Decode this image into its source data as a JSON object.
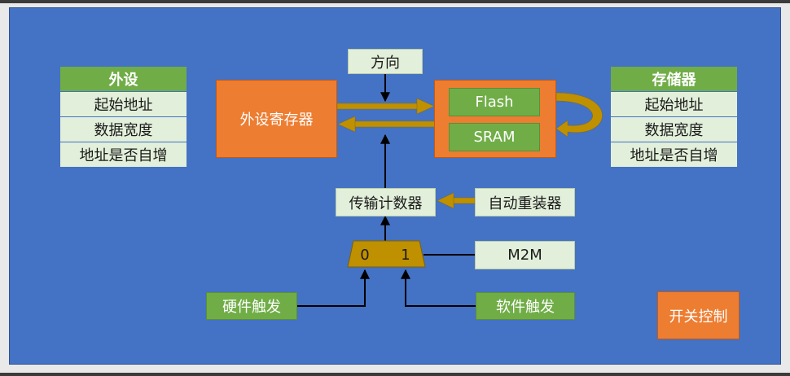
{
  "diagram": {
    "nodes": {
      "direction": "方向",
      "peripheral_register": "外设寄存器",
      "flash": "Flash",
      "sram": "SRAM",
      "transfer_counter": "传输计数器",
      "auto_reload": "自动重装器",
      "m2m": "M2M",
      "mux_in0": "0",
      "mux_in1": "1",
      "hardware_trigger": "硬件触发",
      "software_trigger": "软件触发",
      "switch_control": "开关控制"
    },
    "peripheral_table": {
      "title": "外设",
      "rows": [
        "起始地址",
        "数据宽度",
        "地址是否自增"
      ]
    },
    "memory_table": {
      "title": "存储器",
      "rows": [
        "起始地址",
        "数据宽度",
        "地址是否自增"
      ]
    },
    "colors": {
      "background": "#4472c4",
      "light_green": "#e2efda",
      "green": "#70ad47",
      "orange": "#ed7d31",
      "gold": "#bf9000"
    }
  }
}
